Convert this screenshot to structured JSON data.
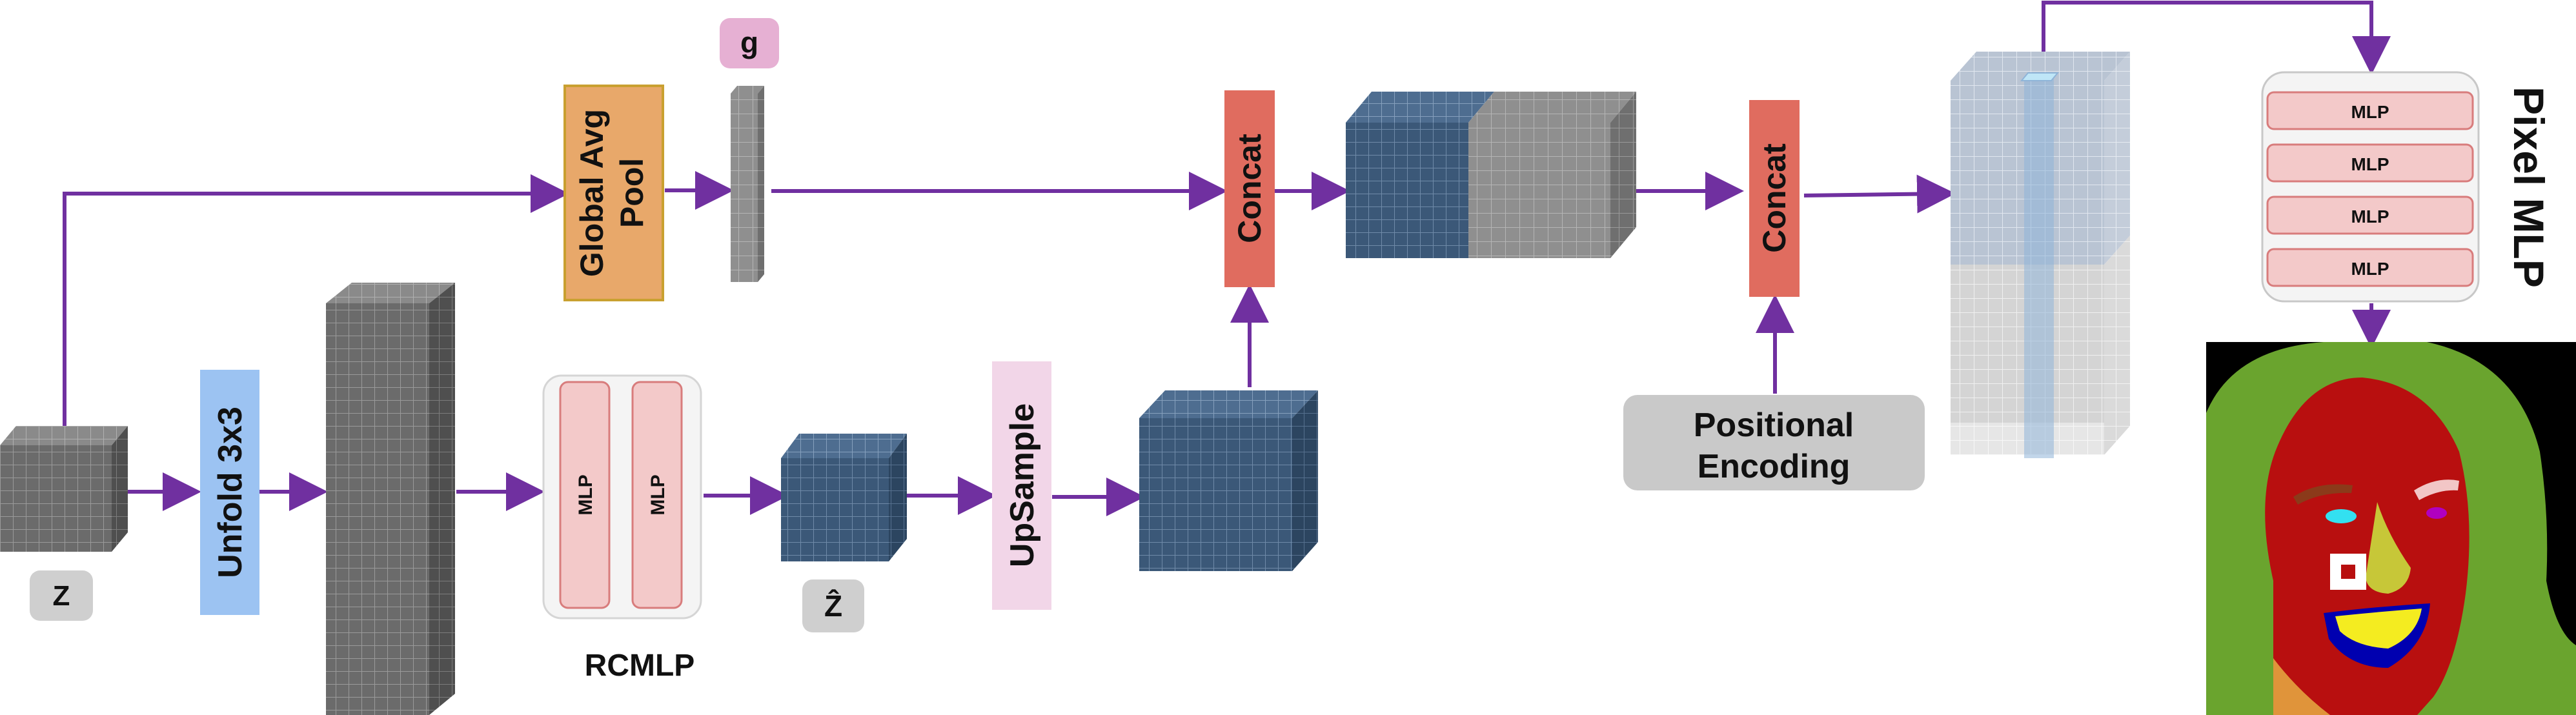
{
  "labels": {
    "z": "Z",
    "z_hat": "Ẑ",
    "g": "g",
    "unfold": "Unfold 3x3",
    "global_avg_pool_line1": "Global Avg",
    "global_avg_pool_line2": "Pool",
    "rcmlp_title": "RCMLP",
    "rcmlp_mlp_1": "MLP",
    "rcmlp_mlp_2": "MLP",
    "upsample": "UpSample",
    "concat_1": "Concat",
    "concat_2": "Concat",
    "positional_encoding_line1": "Positional",
    "positional_encoding_line2": "Encoding",
    "pixel_mlp_title": "Pixel MLP",
    "pixel_mlp_layers": [
      "MLP",
      "MLP",
      "MLP",
      "MLP"
    ]
  },
  "colors": {
    "arrow": "#7030a0",
    "grid_gray": "#6b6b6b",
    "grid_blue": "#3b5878",
    "unfold_bg": "#9cc3f2",
    "upsample_bg": "#f2d6e8",
    "global_pool_bg": "#e8a86a",
    "concat_bg": "#e06c5f",
    "mlp_bg": "#f3c9c9",
    "g_badge_bg": "#e6b0d3",
    "label_badge_bg": "#cfcfcf",
    "positional_bg": "#c9c9c9"
  }
}
